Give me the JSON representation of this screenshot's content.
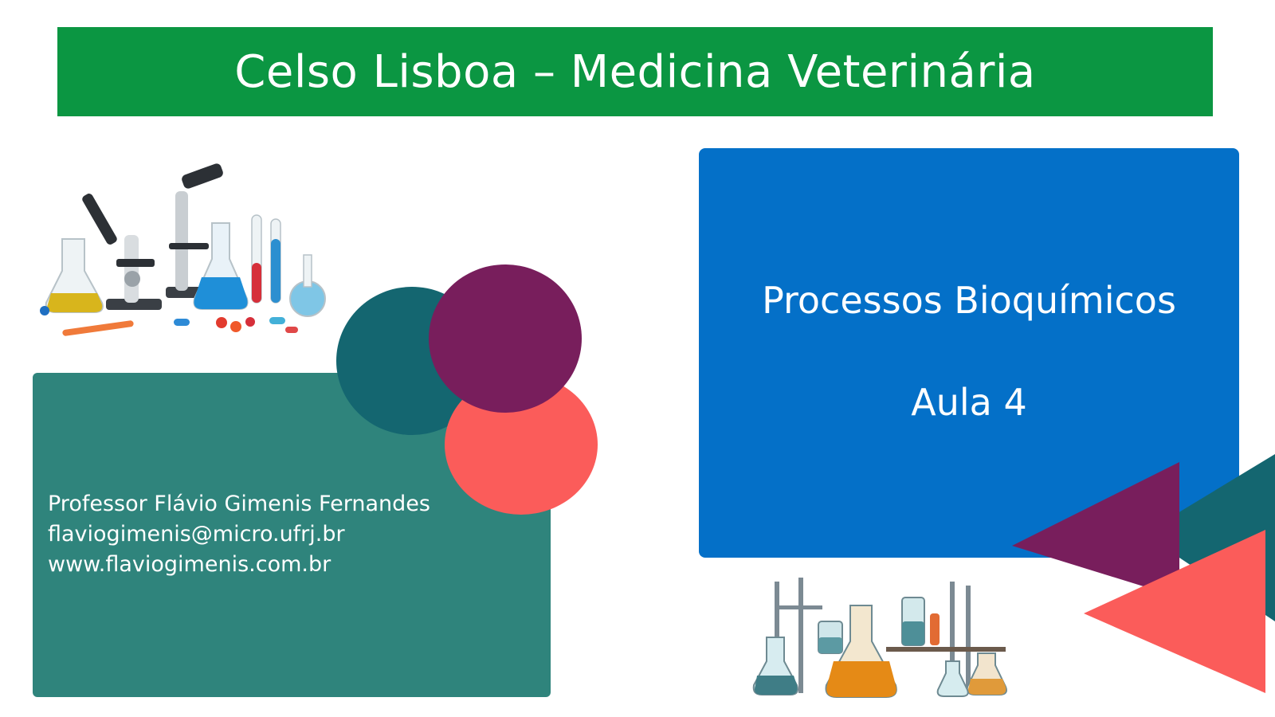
{
  "header": {
    "title": "Celso Lisboa – Medicina Veterinária"
  },
  "author": {
    "name": "Professor Flávio Gimenis Fernandes",
    "email": "flaviogimenis@micro.ufrj.br",
    "website": "www.flaviogimenis.com.br"
  },
  "course": {
    "title": "Processos Bioquímicos",
    "lesson": "Aula 4"
  },
  "colors": {
    "header_green": "#0b9642",
    "card_teal": "#2f847c",
    "card_blue": "#0470c8",
    "circle_dark_teal": "#146670",
    "circle_plum": "#781e5c",
    "circle_coral": "#fb5c5a"
  },
  "illustrations": {
    "top": "laboratory-equipment-illustration",
    "bottom": "chemistry-apparatus-illustration"
  }
}
